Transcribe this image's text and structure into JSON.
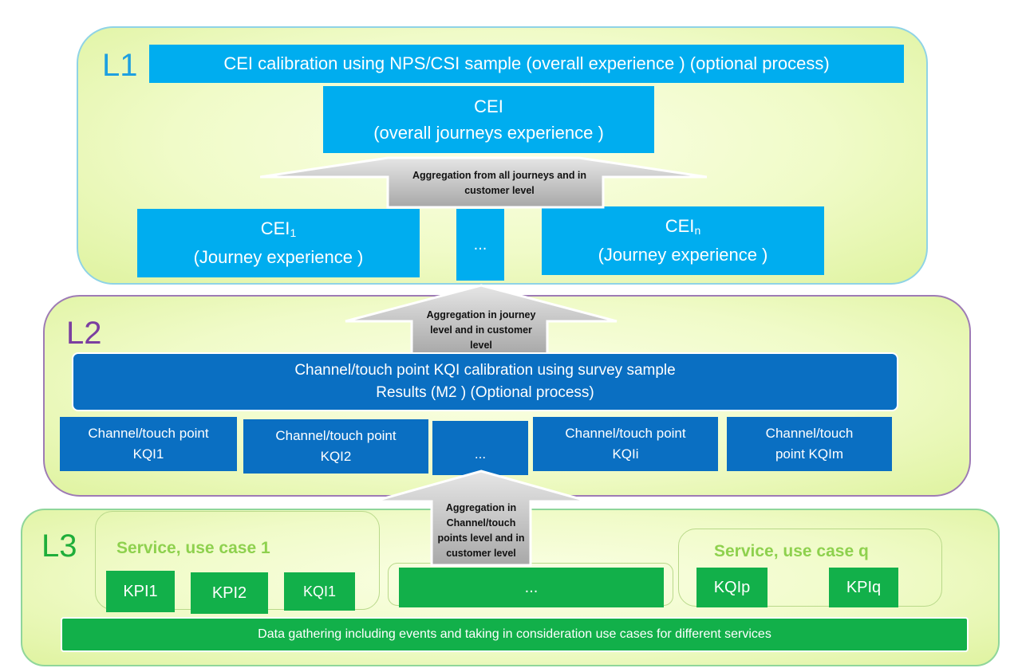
{
  "layers": {
    "l1": "L1",
    "l2": "L2",
    "l3": "L3"
  },
  "l1": {
    "calibration": "CEI calibration using NPS/CSI sample (overall  experience ) (optional process)",
    "cei_overall": {
      "title": "CEI",
      "subtitle": "(overall journeys experience )"
    },
    "cei_1": {
      "title": "CEI",
      "sub": "1",
      "subtitle": "(Journey experience )"
    },
    "cei_dots": "...",
    "cei_n": {
      "title": "CEI",
      "sub": "n",
      "subtitle": "(Journey experience )"
    }
  },
  "arrows": {
    "a1": "Aggregation from all journeys and in  customer level",
    "a2": "Aggregation in journey level and in customer level",
    "a3": "Aggregation in Channel/touch points level and in  customer level"
  },
  "l2": {
    "calibration_line1": "Channel/touch point KQI calibration using survey sample",
    "calibration_line2": "Results (M2 ) (Optional process)",
    "kqi_1": {
      "line1": "Channel/touch point",
      "line2": "KQI1"
    },
    "kqi_2": {
      "line1": "Channel/touch point",
      "line2": "KQI2"
    },
    "kqi_dots": "...",
    "kqi_i": {
      "line1": "Channel/touch point",
      "line2": "KQIi"
    },
    "kqi_m": {
      "line1": "Channel/touch",
      "line2": "point KQIm"
    }
  },
  "l3": {
    "service_1": "Service, use case 1",
    "service_q": "Service, use case q",
    "kpi_1": "KPI1",
    "kpi_2": "KPI2",
    "kqi_1": "KQI1",
    "dots": "...",
    "kqi_p": "KQIp",
    "kpi_q": "KPIq",
    "data_gathering": "Data gathering including events  and taking in consideration use cases for different services"
  },
  "colors": {
    "cyan_box": "#00adef",
    "blue_box": "#0a6fc2",
    "green_box": "#12b04a",
    "arrow_fill": "#c8c8c8"
  }
}
